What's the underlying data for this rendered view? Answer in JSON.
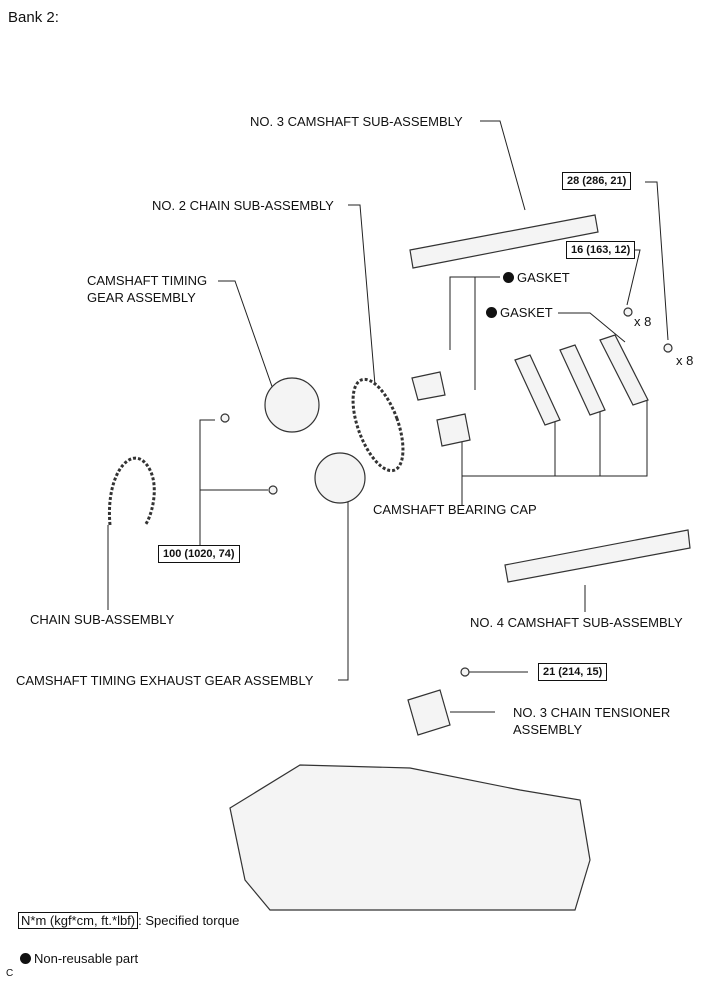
{
  "title": "Bank 2:",
  "labels": {
    "no3_camshaft": "NO. 3 CAMSHAFT SUB-ASSEMBLY",
    "no2_chain": "NO. 2 CHAIN SUB-ASSEMBLY",
    "cam_timing_gear_line1": "CAMSHAFT TIMING",
    "cam_timing_gear_line2": "GEAR ASSEMBLY",
    "gasket_upper": "GASKET",
    "gasket_lower": "GASKET",
    "bearing_cap": "CAMSHAFT BEARING CAP",
    "chain_sub": "CHAIN SUB-ASSEMBLY",
    "no4_camshaft": "NO. 4 CAMSHAFT SUB-ASSEMBLY",
    "exhaust_gear": "CAMSHAFT TIMING EXHAUST GEAR ASSEMBLY",
    "tensioner_line1": "NO. 3 CHAIN TENSIONER",
    "tensioner_line2": "ASSEMBLY",
    "qty_a": "x 8",
    "qty_b": "x 8"
  },
  "torques": {
    "t28": "28 (286, 21)",
    "t16": "16 (163, 12)",
    "t100": "100 (1020, 74)",
    "t21": "21 (214, 15)"
  },
  "legend": {
    "torque_unit": "N*m (kgf*cm, ft.*lbf)",
    "torque_desc": ": Specified torque",
    "nonreusable": "Non-reusable part"
  },
  "corner_mark": "C"
}
